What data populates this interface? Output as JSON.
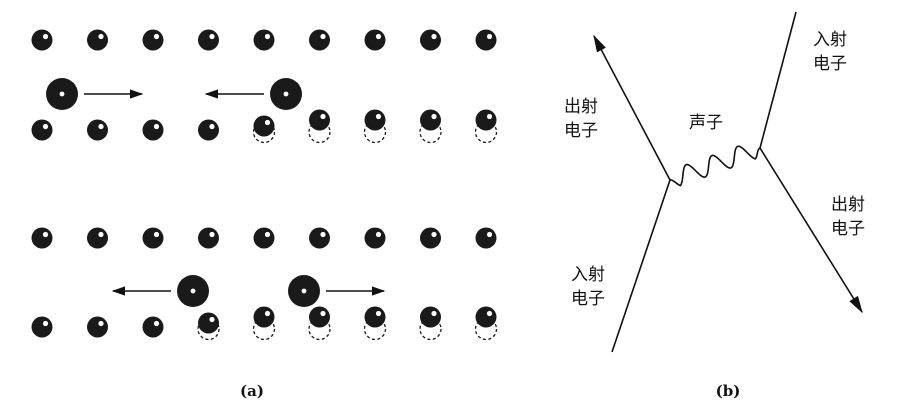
{
  "panel_a": {
    "caption": "(a)",
    "columns": 9,
    "lattices": [
      {
        "name": "upper",
        "displaced_from_column": 5,
        "moving_electrons": [
          {
            "column": 0,
            "direction": "right"
          },
          {
            "column": 4,
            "direction": "left"
          }
        ]
      },
      {
        "name": "lower",
        "displaced_from_column": 4,
        "moving_electrons": [
          {
            "column": 2,
            "direction": "left"
          },
          {
            "column": 4,
            "direction": "right"
          }
        ]
      }
    ]
  },
  "panel_b": {
    "caption": "(b)",
    "incoming_left": [
      "入射",
      "电子"
    ],
    "outgoing_left": [
      "出射",
      "电子"
    ],
    "incoming_right": [
      "入射",
      "电子"
    ],
    "outgoing_right": [
      "出射",
      "电子"
    ],
    "phonon": "声子"
  },
  "colors": {
    "ion": "#1a1a1a",
    "highlight": "#ffffff",
    "line": "#111111"
  }
}
